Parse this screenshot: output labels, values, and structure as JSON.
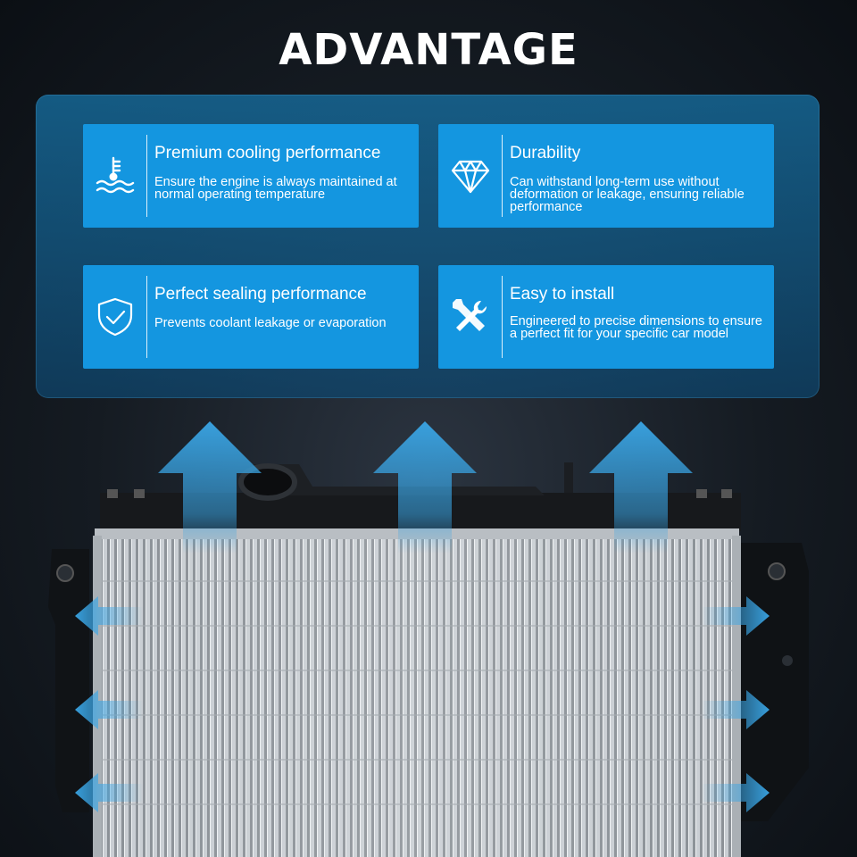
{
  "page": {
    "title": "ADVANTAGE"
  },
  "features": [
    {
      "title": "Premium cooling performance",
      "description": "Ensure the engine is always maintained at normal operating temperature",
      "icon": "coolant-temperature-icon"
    },
    {
      "title": "Durability",
      "description": "Can withstand long-term use without deformation or leakage, ensuring reliable performance",
      "icon": "diamond-icon"
    },
    {
      "title": "Perfect sealing performance",
      "description": "Prevents coolant leakage or evaporation",
      "icon": "shield-check-icon"
    },
    {
      "title": "Easy to install",
      "description": "Engineered to precise dimensions to ensure a perfect fit for your specific car model",
      "icon": "tools-icon"
    }
  ],
  "colors": {
    "card_blue": "#1496e0",
    "panel_blue": "#166ea0",
    "arrow_blue": "#3aa6e6"
  }
}
